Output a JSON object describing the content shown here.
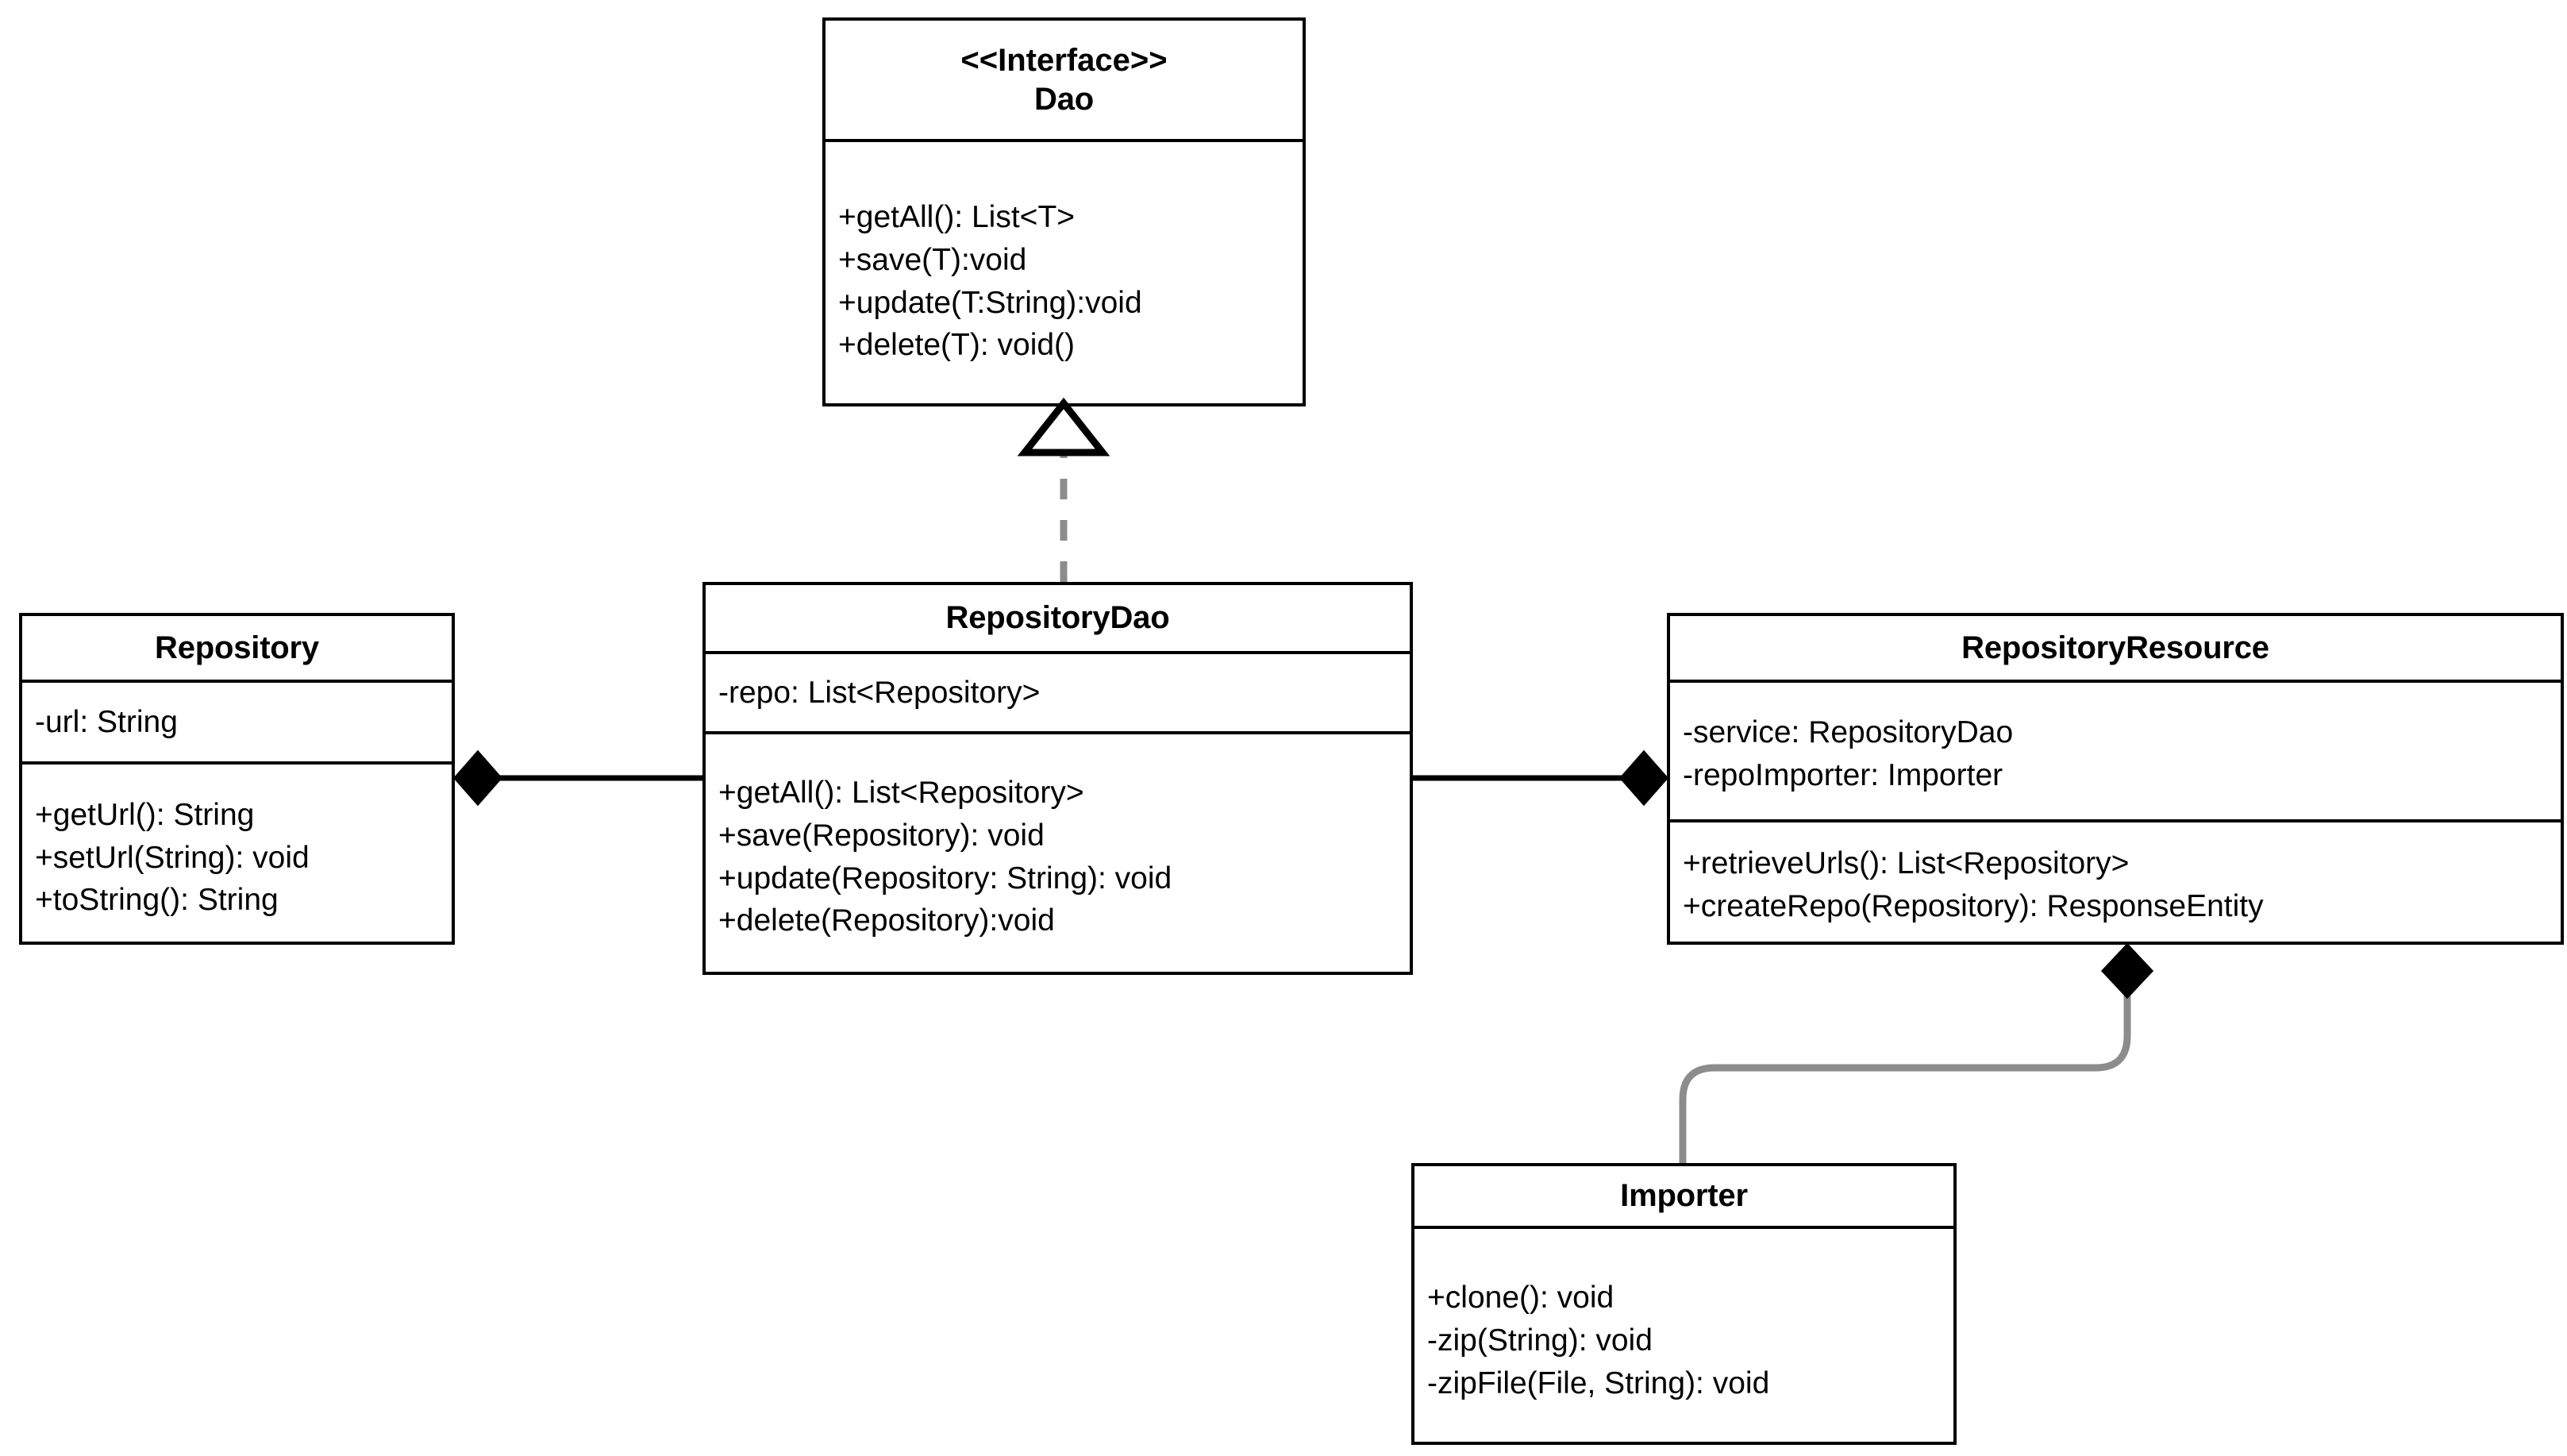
{
  "diagram": {
    "type": "uml-class-diagram",
    "background_color": "#ffffff",
    "line_color": "#000000",
    "dashed_line_color": "#808080",
    "curve_line_color": "#808080"
  },
  "classes": {
    "dao": {
      "stereotype": "<<Interface>>",
      "name": "Dao",
      "attributes": [],
      "methods": [
        "+getAll(): List<T>",
        "+save(T):void",
        "+update(T:String):void",
        "+delete(T): void()"
      ]
    },
    "repository": {
      "name": "Repository",
      "attributes": [
        "-url: String"
      ],
      "methods": [
        "+getUrl(): String",
        "+setUrl(String): void",
        "+toString(): String"
      ]
    },
    "repository_dao": {
      "name": "RepositoryDao",
      "attributes": [
        "-repo: List<Repository>"
      ],
      "methods": [
        "+getAll(): List<Repository>",
        "+save(Repository): void",
        "+update(Repository: String): void",
        "+delete(Repository):void"
      ]
    },
    "repository_resource": {
      "name": "RepositoryResource",
      "attributes": [
        "-service: RepositoryDao",
        "-repoImporter: Importer"
      ],
      "methods": [
        "+retrieveUrls(): List<Repository>",
        "+createRepo(Repository): ResponseEntity"
      ]
    },
    "importer": {
      "name": "Importer",
      "attributes": [],
      "methods": [
        "+clone(): void",
        "-zip(String): void",
        "-zipFile(File, String): void"
      ]
    }
  },
  "relationships": [
    {
      "id": "realization-dao",
      "kind": "realization",
      "from": "repository_dao",
      "to": "dao",
      "marker": "hollow-triangle",
      "line_style": "dashed"
    },
    {
      "id": "composition-repository",
      "kind": "composition",
      "from": "repository",
      "to": "repository_dao",
      "marker": "filled-diamond",
      "line_style": "solid"
    },
    {
      "id": "composition-resource",
      "kind": "composition",
      "from": "repository_resource",
      "to": "repository_dao",
      "marker": "filled-diamond",
      "line_style": "solid"
    },
    {
      "id": "composition-importer",
      "kind": "composition",
      "from": "repository_resource",
      "to": "importer",
      "marker": "filled-diamond",
      "line_style": "solid-curved"
    }
  ]
}
